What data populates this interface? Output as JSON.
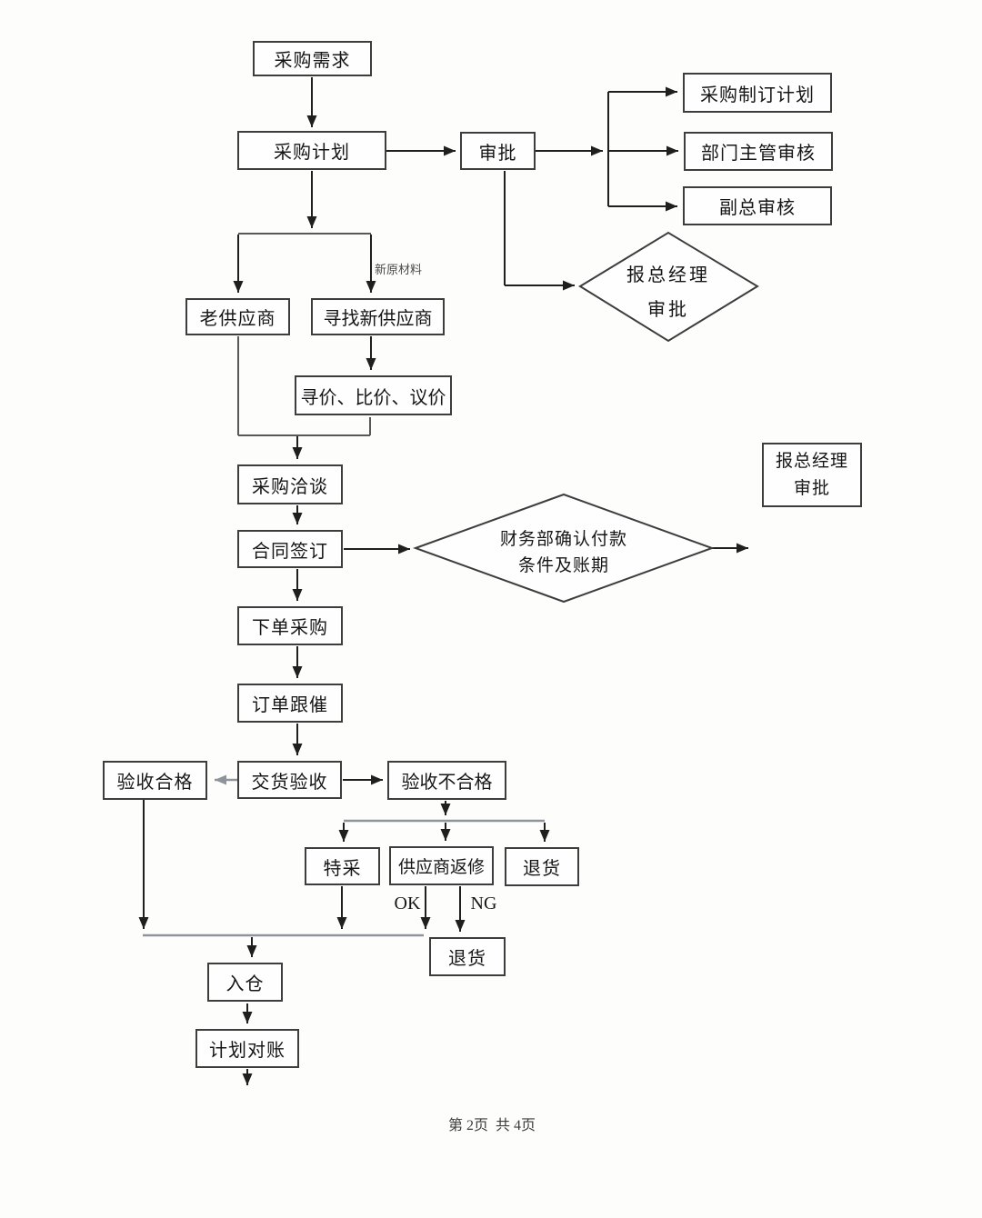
{
  "diagram": {
    "nodes": {
      "purchase_demand": "采购需求",
      "purchase_plan": "采购计划",
      "approval": "审批",
      "make_plan": "采购制订计划",
      "dept_manager_review": "部门主管审核",
      "vice_gm_review": "副总审核",
      "report_gm_approval_diamond": "报总经理\n审批",
      "old_supplier": "老供应商",
      "find_new_supplier": "寻找新供应商",
      "price_inquiry": "寻价、比价、议价",
      "negotiation": "采购洽谈",
      "contract_signing": "合同签订",
      "finance_confirm_diamond": "财务部确认付款\n条件及账期",
      "report_gm_approval_box": "报总经理\n审批",
      "place_order": "下单采购",
      "order_follow_up": "订单跟催",
      "delivery_inspection": "交货验收",
      "inspection_pass": "验收合格",
      "inspection_fail": "验收不合格",
      "special_acceptance": "特采",
      "supplier_rework": "供应商返修",
      "return_goods_top": "退货",
      "return_goods_bottom": "退货",
      "warehouse_in": "入仓",
      "plan_reconciliation": "计划对账"
    },
    "edge_labels": {
      "new_raw_material": "新原材料",
      "ok": "OK",
      "ng": "NG"
    }
  },
  "page": {
    "footer": "第 2页  共 4页"
  },
  "colors": {
    "line_black": "#1f1f1f",
    "line_dark_gray": "#585858",
    "line_light_gray": "#8d959b",
    "box_border": "#3d3d3d",
    "background": "#fdfdfc"
  }
}
